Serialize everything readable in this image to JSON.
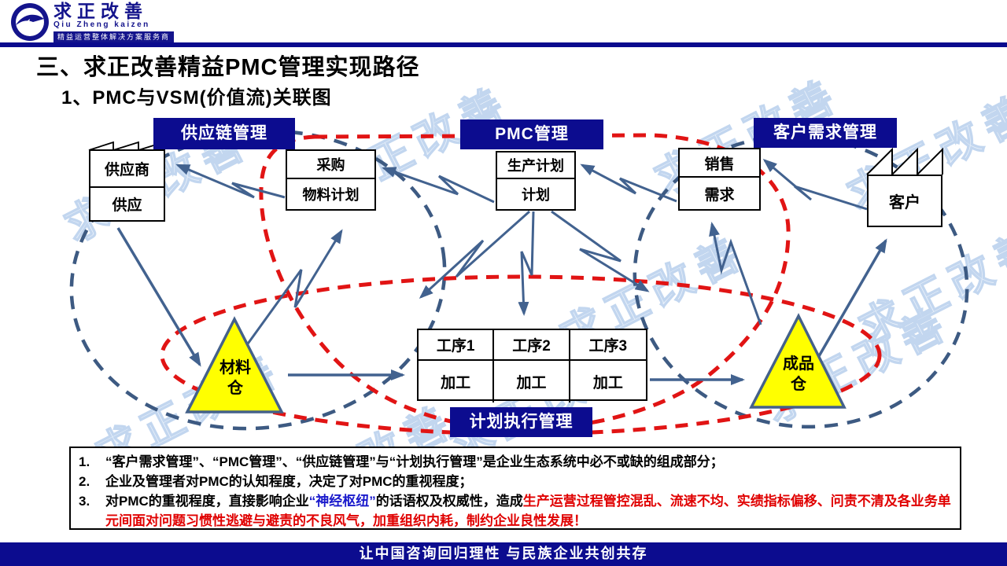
{
  "logo": {
    "title": "求正改善",
    "subtitle": "Qiu Zheng kaizen",
    "tagline": "精益运营整体解决方案服务商"
  },
  "page": {
    "title": "三、求正改善精益PMC管理实现路径",
    "subtitle": "1、PMC与VSM(价值流)关联图"
  },
  "watermark": {
    "text": "求正改善"
  },
  "diagram": {
    "headers": {
      "supply_chain": "供应链管理",
      "pmc": "PMC管理",
      "customer_demand": "客户需求管理",
      "plan_execution": "计划执行管理"
    },
    "nodes": {
      "supplier": {
        "top": "供应商",
        "bottom": "供应"
      },
      "purchasing": {
        "top": "采购",
        "bottom": "物料计划"
      },
      "production_plan": {
        "top": "生产计划",
        "bottom": "计划"
      },
      "sales": {
        "top": "销售",
        "bottom": "需求"
      },
      "customer": {
        "label": "客户"
      },
      "material_warehouse": {
        "label": "材料仓"
      },
      "finished_goods_warehouse": {
        "label": "成品仓"
      }
    },
    "process_table": {
      "columns": [
        {
          "name": "工序1",
          "value": "加工"
        },
        {
          "name": "工序2",
          "value": "加工"
        },
        {
          "name": "工序3",
          "value": "加工"
        }
      ]
    }
  },
  "notes": {
    "items": [
      {
        "num": "1.",
        "text": "“客户需求管理”、“PMC管理”、“供应链管理”与“计划执行管理”是企业生态系统中必不或缺的组成部分；"
      },
      {
        "num": "2.",
        "text": "企业及管理者对PMC的认知程度，决定了对PMC的重视程度；"
      },
      {
        "num": "3.",
        "prefix": "对PMC的重视程度，直接影响企业",
        "highlight_blue": "“神经枢纽”",
        "middle": "的话语权及权威性，造成",
        "highlight_red": "生产运营过程管控混乱、流速不均、实绩指标偏移、问责不清及各业务单元间面对问题习惯性逃避与避责的不良风气，加重组织内耗，制约企业良性发展！"
      }
    ]
  },
  "footer": {
    "slogan": "让中国咨询回归理性  与民族企业共创共存"
  },
  "colors": {
    "navy": "#0c0c8f",
    "arrow_blue": "#42628f",
    "dashed_blue": "#3d5a82",
    "dashed_red": "#e11414",
    "warehouse_yellow": "#ffff00",
    "note_red": "#e00000",
    "note_blue": "#1a1acc",
    "watermark_blue": "#c2d6ef"
  }
}
